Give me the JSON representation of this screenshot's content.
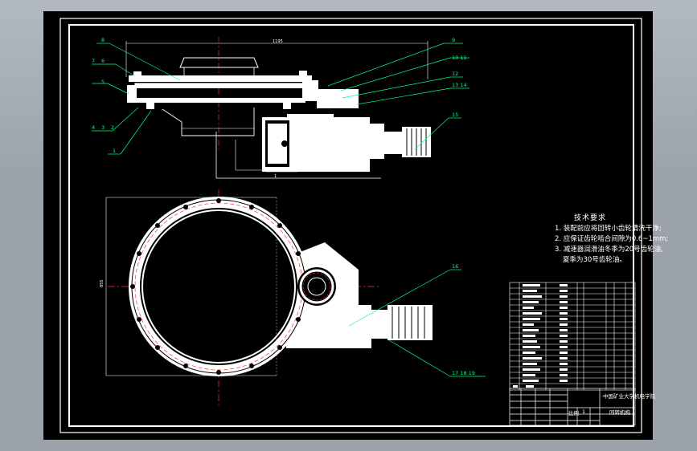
{
  "colors": {
    "background": "#000000",
    "frame": "#ffffff",
    "part_fill": "#ffffff",
    "leader": "#00ff80",
    "center_line": "#ff3030",
    "hidden_line": "#ff3030",
    "window": "#a4aab1"
  },
  "drawing": {
    "dimension_top": "1195",
    "dimension_side": "855",
    "dimension_small": "1"
  },
  "callouts": {
    "c1": "1",
    "c2": "2",
    "c3": "3",
    "c4": "4",
    "c5": "5",
    "c6": "6",
    "c7": "7",
    "c8": "8",
    "c9": "9",
    "c10_11": "10  11",
    "c12": "12",
    "c13_14": "13  14",
    "c15": "15",
    "c16": "16",
    "c17_19": "17  18  19"
  },
  "notes": {
    "heading": "技术要求",
    "line1": "1. 装配前应将回转小齿轮清洗干净;",
    "line2": "2. 应保证齿轮啮合间隙为0.6~1mm;",
    "line3": "3. 减速器润滑油冬季为20号齿轮油,",
    "line4": "夏季为30号齿轮油。"
  },
  "title_block": {
    "school": "中国矿业大学机电学院",
    "drawing_name": "回转机构",
    "scale_label": "比例",
    "mark": "1"
  }
}
